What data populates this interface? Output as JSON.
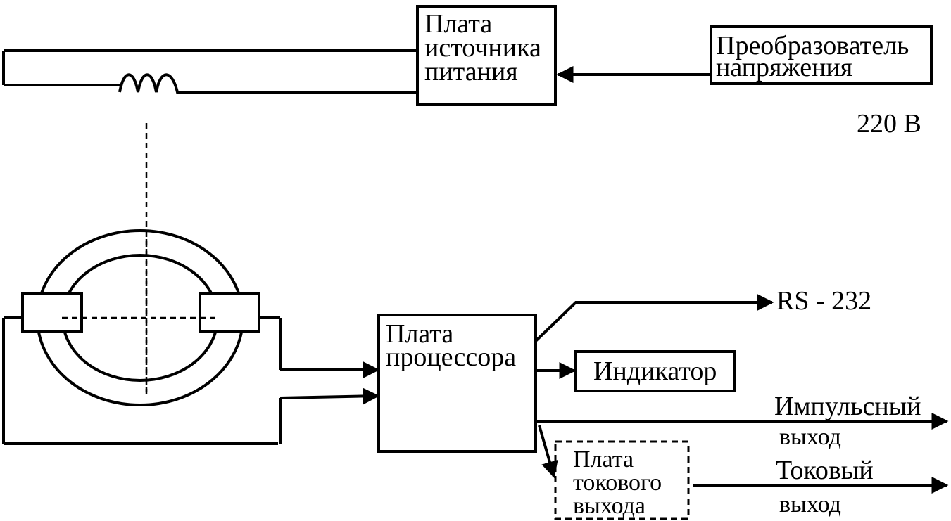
{
  "blocks": {
    "power_board": [
      "Плата",
      "источника",
      "питания"
    ],
    "converter": [
      "Преобразователь",
      "напряжения"
    ],
    "processor": [
      "Плата",
      "процессора"
    ],
    "indicator": "Индикатор",
    "current_board": [
      "Плата",
      "токового",
      "выхода"
    ]
  },
  "labels": {
    "mains": "220 В",
    "rs232": "RS - 232",
    "pulse_output": [
      "Импульсный",
      "выход"
    ],
    "current_output": [
      "Токовый",
      "выход"
    ]
  }
}
